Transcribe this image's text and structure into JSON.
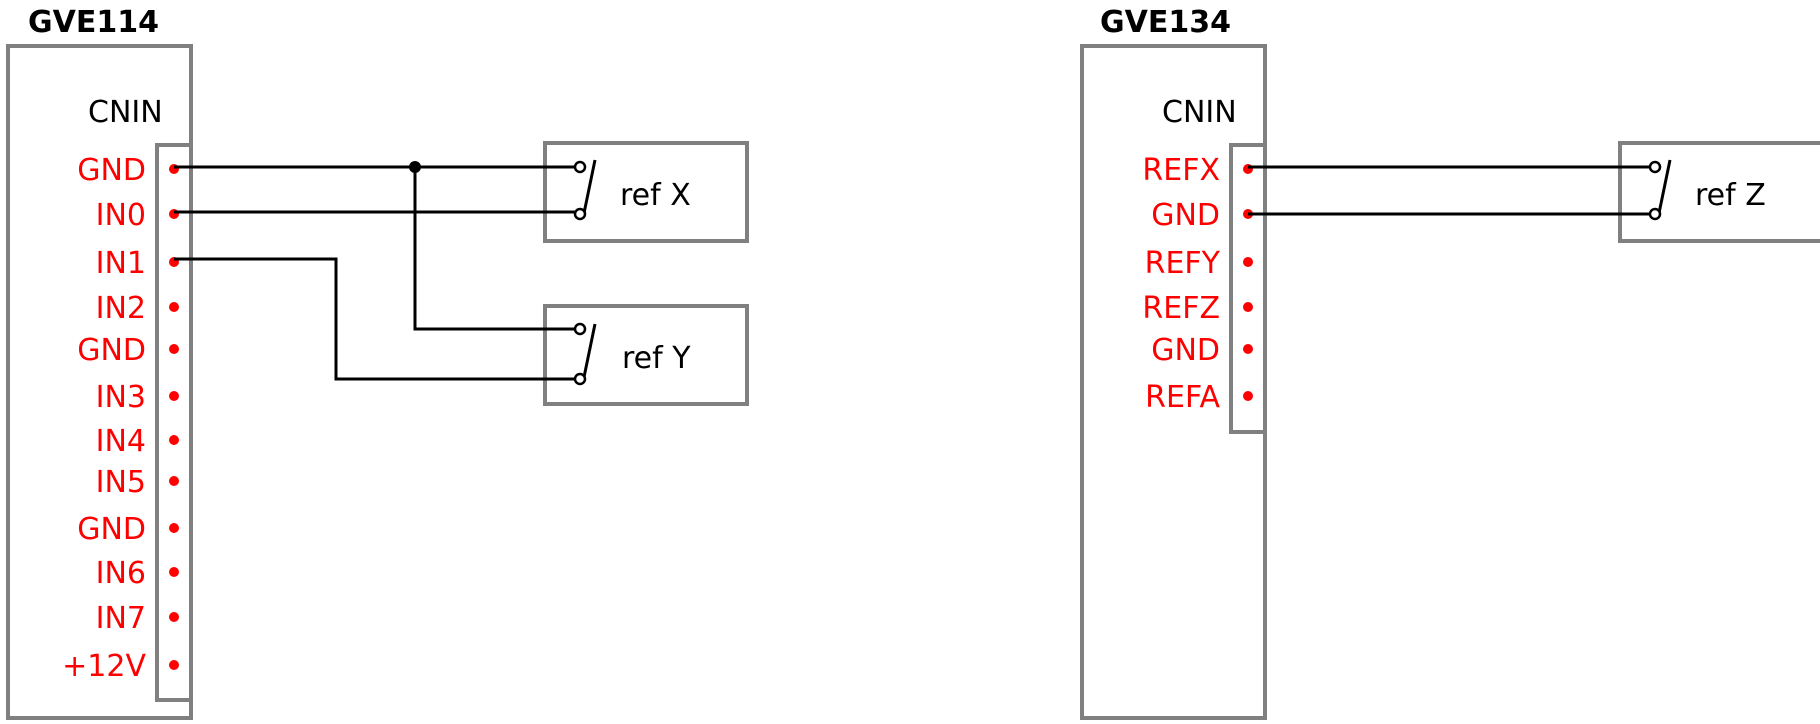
{
  "colors": {
    "pin_label": "#ff0000",
    "frame": "#808080",
    "wire": "#000000"
  },
  "boards": [
    {
      "title": "GVE114",
      "connector": "CNIN",
      "pins": [
        "GND",
        "IN0",
        "IN1",
        "IN2",
        "GND",
        "IN3",
        "IN4",
        "IN5",
        "GND",
        "IN6",
        "IN7",
        "+12V"
      ]
    },
    {
      "title": "GVE134",
      "connector": "CNIN",
      "pins": [
        "REFX",
        "GND",
        "REFY",
        "REFZ",
        "GND",
        "REFA"
      ]
    }
  ],
  "switches": [
    {
      "label": "ref X"
    },
    {
      "label": "ref Y"
    },
    {
      "label": "ref Z"
    }
  ]
}
